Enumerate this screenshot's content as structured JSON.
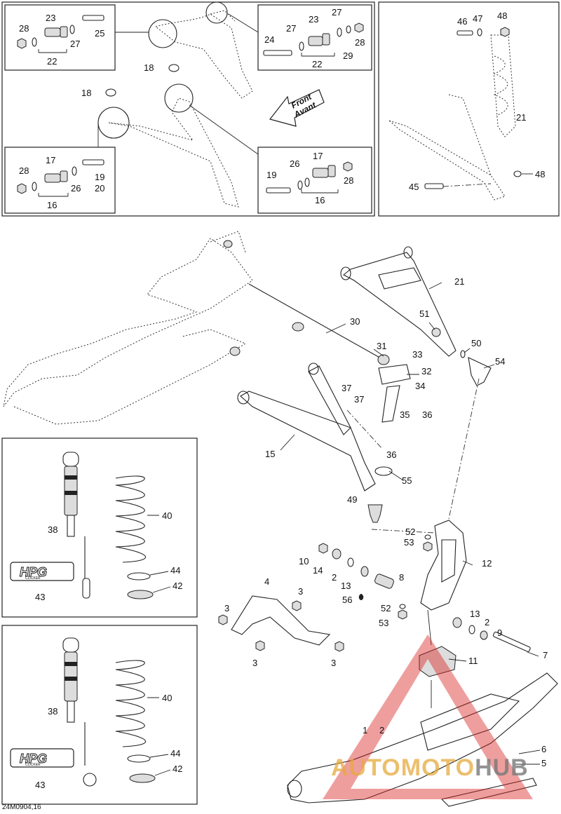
{
  "diagram_ref": "24M0904,16",
  "watermark": {
    "part1": "AUTOMOTO",
    "part2": "HUB"
  },
  "front_arrow": {
    "line1": "Front",
    "line2": "Avant"
  },
  "shock_logo": {
    "brand": "HPG",
    "subtitle": "CLICKER"
  },
  "callouts": {
    "top_left_upper": [
      "28",
      "23",
      "25",
      "27",
      "22"
    ],
    "top_mid_upper": [
      "23",
      "27",
      "24",
      "27",
      "28",
      "29",
      "22"
    ],
    "top_center": [
      "18",
      "18"
    ],
    "top_left_lower": [
      "28",
      "17",
      "19",
      "20",
      "26",
      "16"
    ],
    "top_mid_lower": [
      "17",
      "19",
      "26",
      "28",
      "16"
    ],
    "top_right": [
      "46",
      "47",
      "48",
      "21",
      "45",
      "48"
    ],
    "main": [
      "21",
      "51",
      "30",
      "31",
      "33",
      "50",
      "54",
      "32",
      "37",
      "34",
      "37",
      "35",
      "36",
      "15",
      "36",
      "55",
      "49",
      "52",
      "53",
      "12",
      "10",
      "14",
      "2",
      "13",
      "8",
      "56",
      "4",
      "3",
      "52",
      "53",
      "3",
      "3",
      "3",
      "13",
      "2",
      "9",
      "7",
      "11",
      "1",
      "2",
      "6",
      "5"
    ],
    "shock_upper": [
      "38",
      "40",
      "44",
      "42",
      "43"
    ],
    "shock_lower": [
      "38",
      "40",
      "44",
      "42",
      "43"
    ]
  }
}
